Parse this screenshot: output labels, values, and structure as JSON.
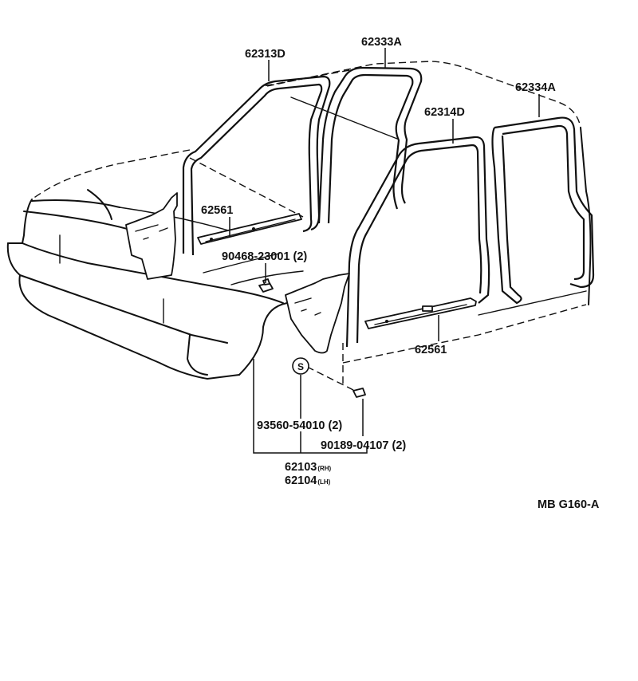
{
  "diagram": {
    "labels": {
      "weatherstrip_front_upper": "62313D",
      "weatherstrip_front_door": "62333A",
      "weatherstrip_rear_door": "62334A",
      "weatherstrip_rear_upper": "62314D",
      "scuff_plate_front": "62561",
      "scuff_plate_rear": "62561",
      "clip_front": "90468-23001 (2)",
      "screw": "93560-54010 (2)",
      "clip_rear": "90189-04107 (2)",
      "cowl_trim_rh": "62103",
      "cowl_trim_rh_suffix": "(RH)",
      "cowl_trim_lh": "62104",
      "cowl_trim_lh_suffix": "(LH)",
      "screw_symbol": "S",
      "figure_code": "MB G160-A"
    }
  }
}
